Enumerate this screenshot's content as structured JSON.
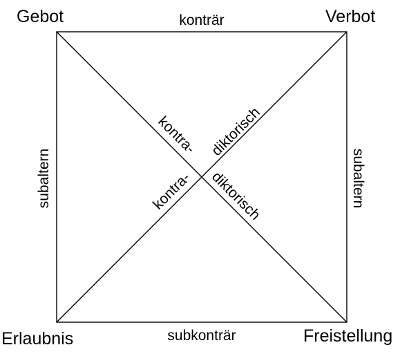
{
  "corners": {
    "top_left": "Gebot",
    "top_right": "Verbot",
    "bottom_left": "Erlaubnis",
    "bottom_right": "Freistellung"
  },
  "relations": {
    "top": "konträr",
    "bottom": "subkonträr",
    "left": "subaltern",
    "right": "subaltern",
    "diag_contra_1": "kontra-",
    "diag_dictory_1": "diktorisch",
    "diag_contra_2": "kontra-",
    "diag_dictory_2": "diktorisch"
  }
}
